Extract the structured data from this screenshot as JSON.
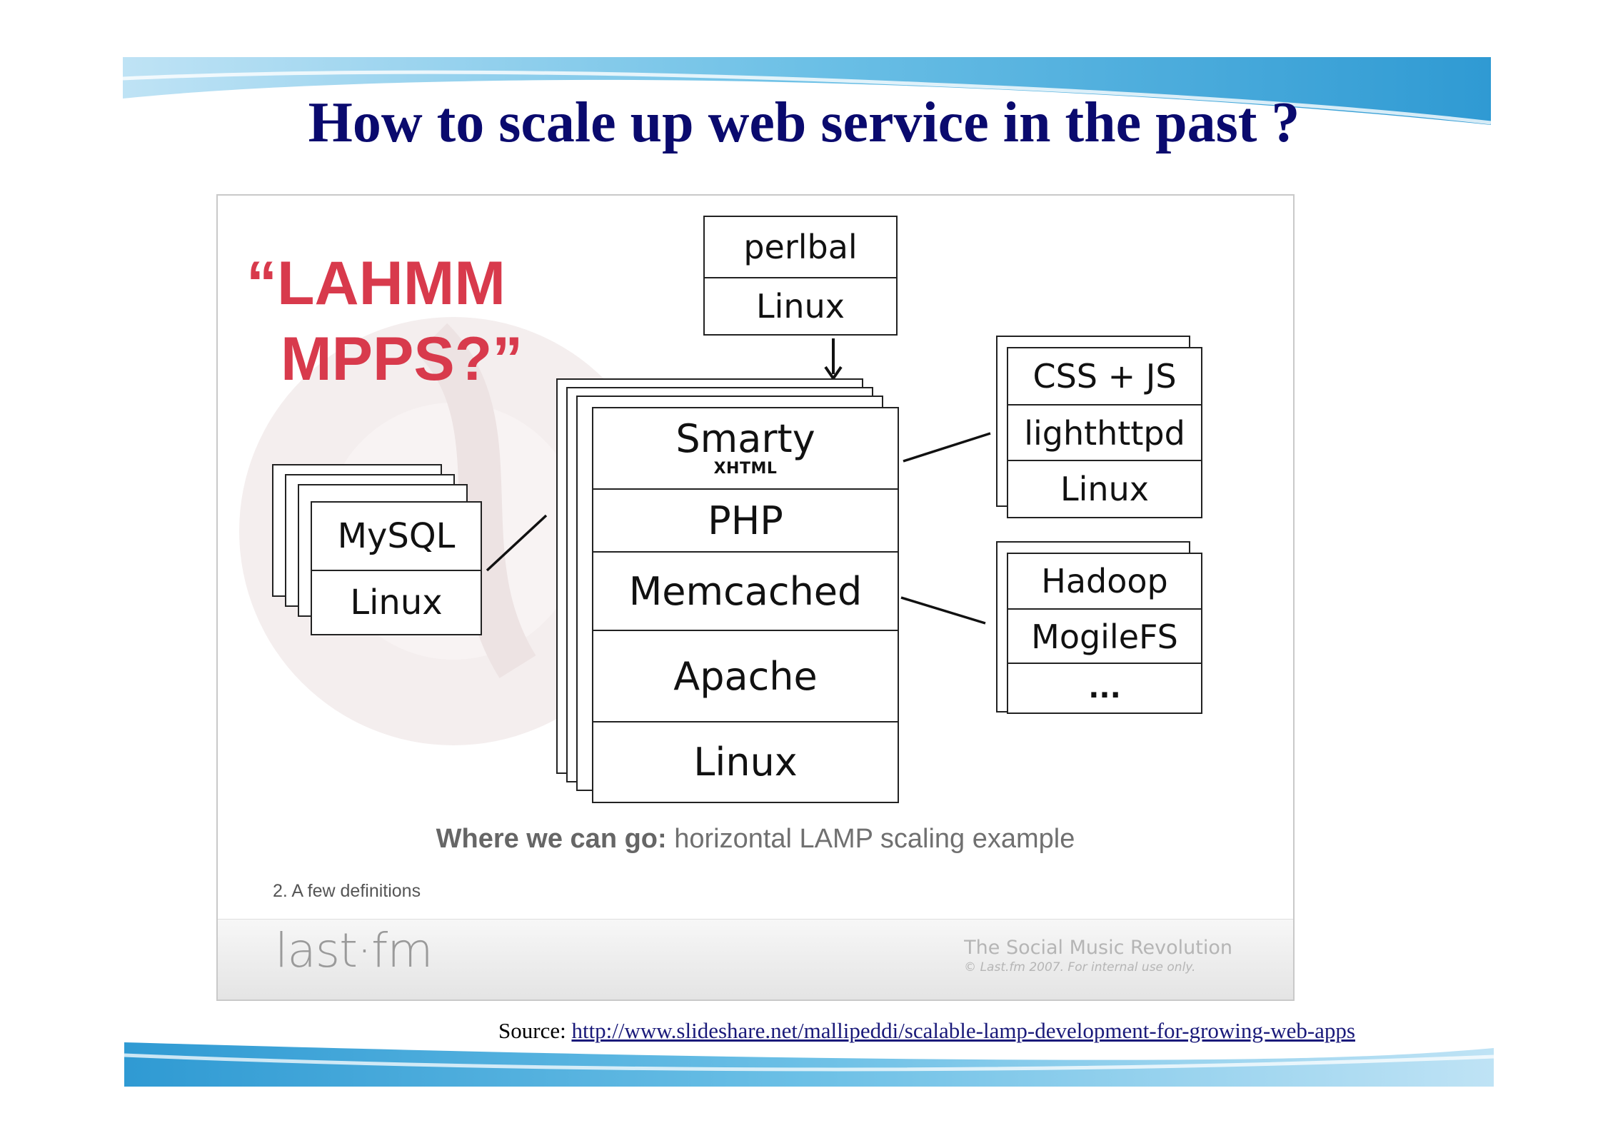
{
  "slide": {
    "title": "How to scale up web service in the past ?",
    "source_label": "Source:",
    "source_url": "http://www.slideshare.net/mallipeddi/scalable-lamp-development-for-growing-web-apps"
  },
  "diagram": {
    "slogan_line1": "“LAHMM",
    "slogan_line2": "MPPS?”",
    "load_balancer": {
      "top": "perlbal",
      "bottom": "Linux"
    },
    "web_stack": {
      "smarty": "Smarty",
      "smarty_sub": "XHTML",
      "php": "PHP",
      "memcached": "Memcached",
      "apache": "Apache",
      "linux": "Linux"
    },
    "db_stack": {
      "top": "MySQL",
      "bottom": "Linux"
    },
    "static_stack": {
      "top": "CSS + JS",
      "middle": "lighthttpd",
      "bottom": "Linux"
    },
    "storage_stack": {
      "top": "Hadoop",
      "middle": "MogileFS",
      "bottom": "..."
    },
    "caption_bold": "Where we can go:",
    "caption_rest": " horizontal LAMP scaling example",
    "footnote": "2. A few definitions",
    "logo": "last·fm",
    "tagline": "The Social Music Revolution",
    "copyright": "© Last.fm 2007. For internal use only."
  },
  "colors": {
    "title": "#0a0a6e",
    "slogan": "#d83a4c",
    "band": "#3ea3d6"
  }
}
